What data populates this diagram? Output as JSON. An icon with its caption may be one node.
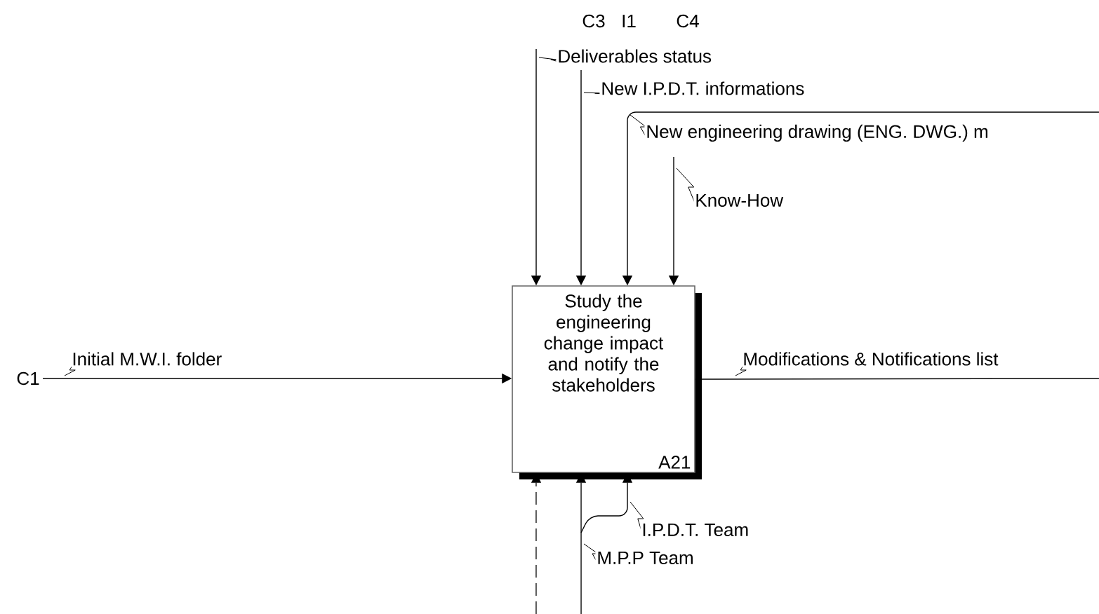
{
  "diagram": {
    "nodes": [
      {
        "text": [
          "Study the engineering change impact and notify the stakeholders",
          "A21"
        ]
      },
      {
        "text": [
          "C1"
        ]
      }
    ],
    "edges": [
      {
        "from": null,
        "to": 0,
        "arrow": "to",
        "label": "Deliverables status"
      },
      {
        "from": null,
        "to": 0,
        "arrow": "to",
        "label": "New I.P.D.T. informations"
      },
      {
        "from": null,
        "to": 0,
        "arrow": "to",
        "label": "New engineering drawing (ENG. DWG.) m"
      },
      {
        "from": null,
        "to": 0,
        "arrow": "to",
        "label": "Know-How"
      },
      {
        "from": 1,
        "to": 0,
        "arrow": "to",
        "label": "Initial M.W.I. folder"
      },
      {
        "from": 0,
        "to": null,
        "arrow": "none",
        "label": "Modifications & Notifications list"
      },
      {
        "from": null,
        "to": 0,
        "arrow": "to",
        "style": "dashed"
      },
      {
        "from": null,
        "to": 0,
        "arrow": "to",
        "label": "M.P.P Team"
      },
      {
        "from": null,
        "to": 0,
        "arrow": "to",
        "label": "I.P.D.T. Team"
      }
    ],
    "labels": [
      "C3",
      "I1",
      "C4"
    ]
  }
}
